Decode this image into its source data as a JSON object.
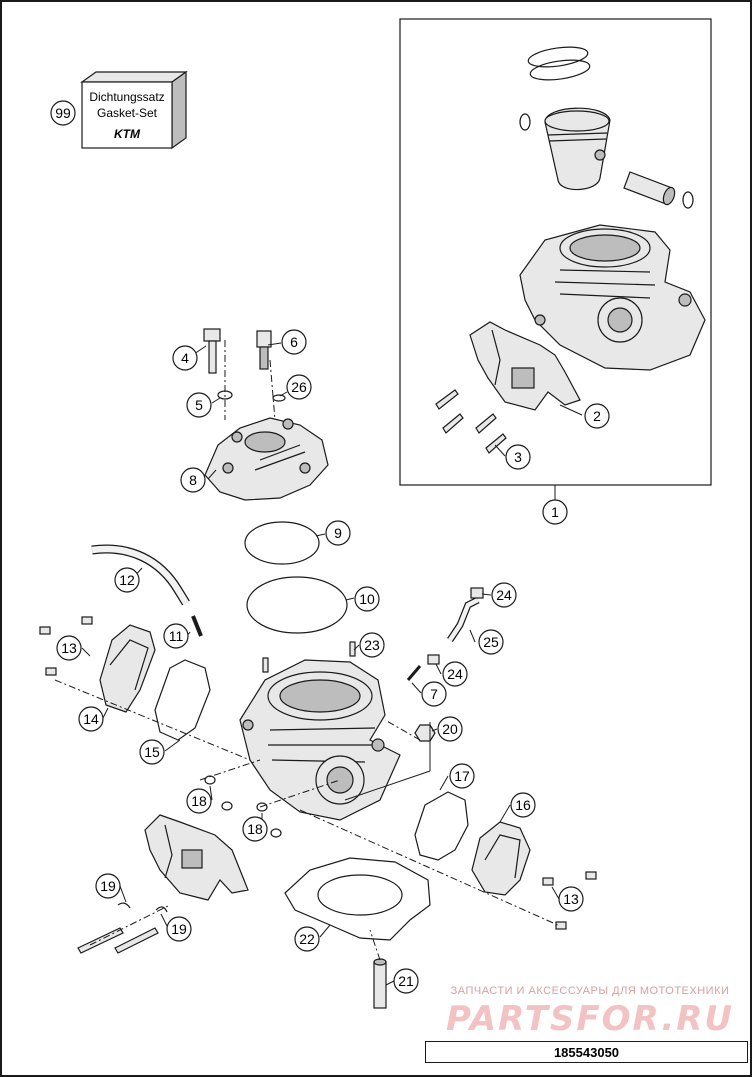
{
  "gasket_set": {
    "line1": "Dichtungssatz",
    "line2": "Gasket-Set",
    "logo": "KTM"
  },
  "callouts": [
    "99",
    "1",
    "2",
    "3",
    "4",
    "5",
    "6",
    "26",
    "8",
    "9",
    "10",
    "12",
    "11",
    "13",
    "14",
    "15",
    "23",
    "24",
    "25",
    "24",
    "7",
    "20",
    "17",
    "16",
    "18",
    "18",
    "13",
    "19",
    "19",
    "22",
    "21"
  ],
  "watermark": {
    "tagline": "ЗАПЧАСТИ И АКСЕССУАРЫ ДЛЯ МОТОТЕХНИКИ",
    "site": "PARTSFOR.RU"
  },
  "diagram_code": "185543050"
}
